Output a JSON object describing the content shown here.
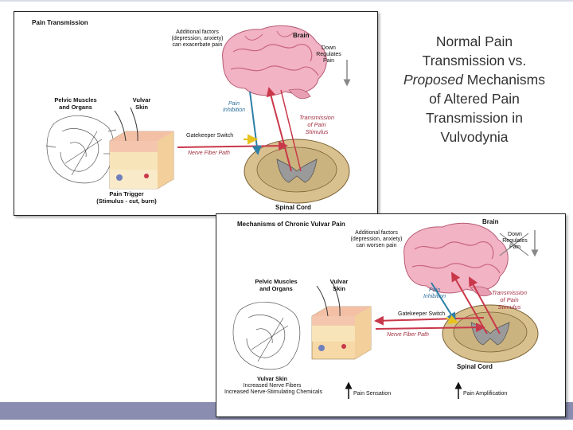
{
  "slide": {
    "title_line1": "Normal Pain",
    "title_line2": "Transmission vs.",
    "title_line3_em": "Proposed",
    "title_line3_rest": " Mechanisms",
    "title_line4": "of Altered Pain",
    "title_line5": "Transmission in",
    "title_line6": "Vulvodynia"
  },
  "panel_normal": {
    "heading": "Pain Transmission",
    "factors_1": "Additional factors",
    "factors_2": "(depression, anxiety)",
    "factors_3": "can exacerbate pain",
    "brain": "Brain",
    "down_1": "Down",
    "down_2": "Regulates",
    "down_3": "Pain",
    "pelvic_1": "Pelvic Muscles",
    "pelvic_2": "and Organs",
    "vulvar_1": "Vulvar",
    "vulvar_2": "Skin",
    "inhib_1": "Pain",
    "inhib_2": "Inhibition",
    "trans_1": "Transmission",
    "trans_2": "of Pain",
    "trans_3": "Stimulus",
    "gatekeeper": "Gatekeeper Switch",
    "nerve": "Nerve Fiber Path",
    "spinal": "Spinal Cord",
    "trigger_1": "Pain Trigger",
    "trigger_2": "(Stimulus - cut, burn)"
  },
  "panel_chronic": {
    "heading": "Mechanisms of Chronic Vulvar Pain",
    "brain": "Brain",
    "factors_1": "Additional factors",
    "factors_2": "(depression, anxiety)",
    "factors_3": "can worsen pain",
    "down_1": "Down",
    "down_2": "Regulates",
    "down_3": "Pain",
    "pelvic_1": "Pelvic Muscles",
    "pelvic_2": "and Organs",
    "vulvar_1": "Vulvar",
    "vulvar_2": "Skin",
    "inhib_1": "Pain",
    "inhib_2": "Inhibition",
    "trans_1": "Transmission",
    "trans_2": "of Pain",
    "trans_3": "Stimulus",
    "gatekeeper": "Gatekeeper Switch",
    "nerve": "Nerve Fiber Path",
    "spinal": "Spinal Cord",
    "skin_1": "Vulvar Skin",
    "skin_2": "Increased Nerve Fibers",
    "skin_3": "Increased Nerve-Stimulating Chemicals",
    "sensation": "Pain Sensation",
    "amplification": "Pain Amplification"
  },
  "colors": {
    "brain": "#f2b3c4",
    "brain_fold": "#c9667e",
    "red_arrow": "#c9374a",
    "blue_arrow": "#2f7fa6",
    "gate_arrow": "#e8c21c",
    "cord": "#d9c18f",
    "stripe": "#8a8db0"
  }
}
